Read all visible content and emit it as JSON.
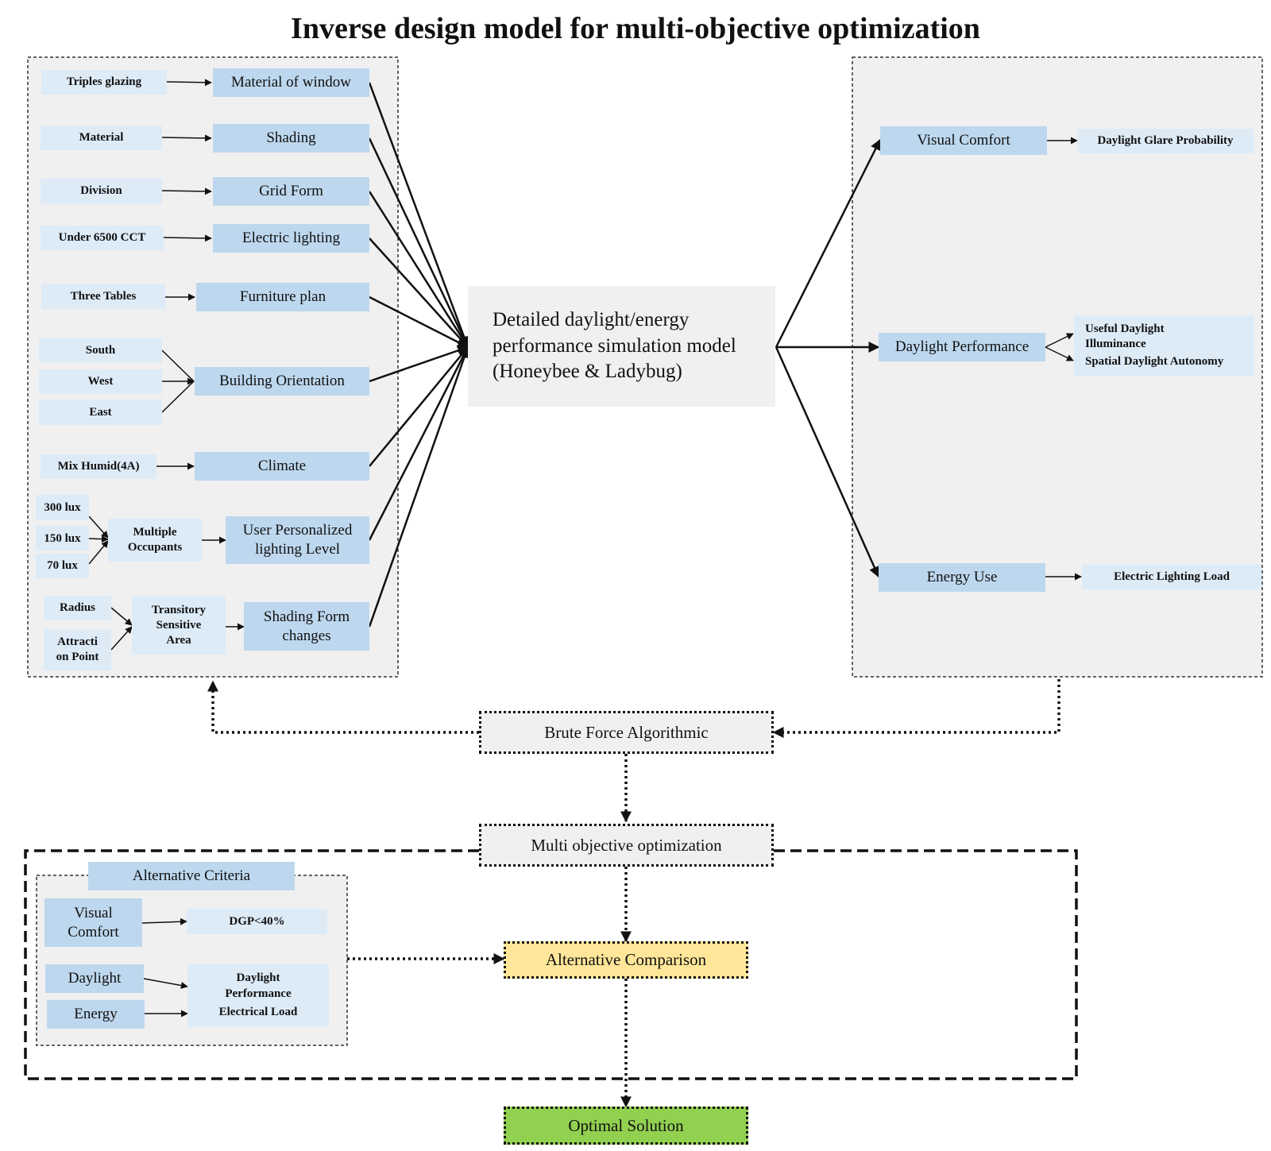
{
  "title": "Inverse design model for multi-objective optimization",
  "inputs": {
    "triples_glazing": "Triples glazing",
    "material_of_window": "Material of window",
    "material": "Material",
    "shading": "Shading",
    "division": "Division",
    "grid_form": "Grid Form",
    "under_6500_cct": "Under 6500 CCT",
    "electric_lighting": "Electric lighting",
    "three_tables": "Three Tables",
    "furniture_plan": "Furniture plan",
    "south": "South",
    "west": "West",
    "east": "East",
    "building_orientation": "Building Orientation",
    "mix_humid": "Mix Humid(4A)",
    "climate": "Climate",
    "lux_300": "300 lux",
    "lux_150": "150 lux",
    "lux_70": "70 lux",
    "multiple_occupants": "Multiple Occupants",
    "user_lighting_level": "User Personalized lighting Level",
    "radius": "Radius",
    "attraction_point": "Attracti on Point",
    "transitory_area": "Transitory Sensitive Area",
    "shading_form_changes": "Shading Form changes"
  },
  "simulation_model": "Detailed daylight/energy performance simulation model (Honeybee & Ladybug)",
  "outputs": {
    "visual_comfort": "Visual Comfort",
    "daylight_glare_probability": "Daylight Glare Probability",
    "daylight_performance": "Daylight Performance",
    "useful_daylight_illuminance": "Useful Daylight Illuminance",
    "spatial_daylight_autonomy": "Spatial Daylight Autonomy",
    "energy_use": "Energy Use",
    "electric_lighting_load": "Electric Lighting Load"
  },
  "brute_force": "Brute Force Algorithmic",
  "multi_objective": "Multi objective optimization",
  "criteria": {
    "title": "Alternative Criteria",
    "visual_comfort": "Visual Comfort",
    "dgp": "DGP<40%",
    "daylight": "Daylight",
    "daylight_performance": "Daylight Performance",
    "energy": "Energy",
    "electrical_load": "Electrical Load"
  },
  "alternative_comparison": "Alternative Comparison",
  "optimal_solution": "Optimal Solution",
  "colors": {
    "blue_box": "#bdd7ee",
    "light_box": "#ddebf7",
    "panel": "#f0f0f0",
    "comparison": "#ffe699",
    "optimal": "#92d050"
  }
}
